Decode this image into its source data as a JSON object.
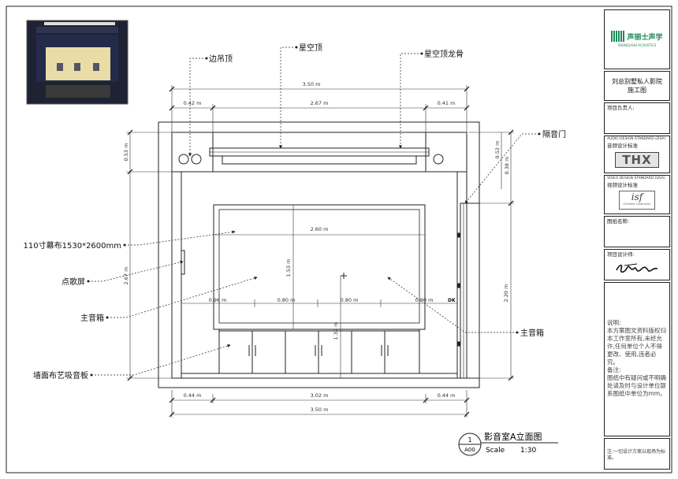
{
  "callouts": {
    "side_ceiling": "边吊顶",
    "star_ceiling": "星空顶",
    "star_keel": "星空顶龙骨",
    "sound_door": "隔音门",
    "screen": "110寸幕布1530*2600mm",
    "karaoke_screen": "点歌屏",
    "main_speaker_left": "主音箱",
    "main_speaker_right": "主音箱",
    "fabric_panel": "墙面布艺吸音板"
  },
  "dimensions": {
    "top_total": "3.50 m",
    "top_left": "0.42 m",
    "top_mid": "2.67 m",
    "top_right": "0.41 m",
    "left_top": "0.53 m",
    "left_main": "2.67 m",
    "screen_width": "2.60 m",
    "screen_height": "1.53 m",
    "speaker_left": "0.96 m",
    "speaker_1": "0.80 m",
    "speaker_2": "0.80 m",
    "speaker_right": "0.80 m",
    "screen_base": "1.32 m",
    "right_top_outer": "0.52 m",
    "right_top_inner": "0.38 m",
    "right_main": "2.20 m",
    "bottom_left": "0.44 m",
    "bottom_mid": "3.02 m",
    "bottom_right": "0.44 m",
    "bottom_total": "3.50 m",
    "door_mark": "DK"
  },
  "title_block": {
    "number": "1",
    "sheet": "A00",
    "title": "影音室A立面图",
    "scale_label": "Scale",
    "scale_value": "1:30"
  },
  "side_panel": {
    "logo_text": "声丽士声学",
    "logo_sub": "SHENGLISHI ACOUSTICS",
    "project": "刘总别墅私人影院施工图",
    "manager_label": "项目负责人:",
    "audio_std_en": "AUDIO DESIGN STANDARD (DSA)",
    "audio_std": "音频设计标准",
    "thx": "THX",
    "video_std_en": "VIDEO DESIGN STANDARD (DSA)",
    "video_std": "视频设计标准",
    "isf": "isf",
    "isf_sub": "Certified Calibration",
    "drawing_name_label": "图纸名称:",
    "designer_label": "项目设计师:",
    "notes": "说明:\n本方案图文资料版权归本工作室所有,未经允许,任何单位个人不得更改、使用,违者必究。\n备注:\n图纸中有疑问或不明确处请及时与设计单位联系图纸中单位为mm。",
    "footer": "注:一切设计方案以现场为标准。"
  },
  "colors": {
    "line": "#222222",
    "dim": "#333333",
    "brand_green": "#1d8a5a",
    "thumb_bg": "#1e2233",
    "thumb_screen": "#e9dca6"
  }
}
